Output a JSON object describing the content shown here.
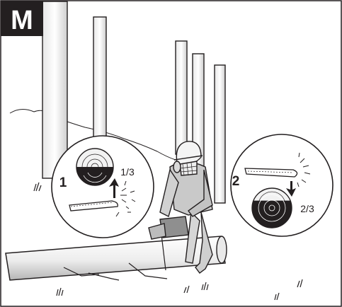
{
  "figure_letter": "M",
  "steps": [
    {
      "number": "1",
      "fraction": "1/3"
    },
    {
      "number": "2",
      "fraction": "2/3"
    }
  ],
  "colors": {
    "badge": "#231f20",
    "badge_text": "#ffffff",
    "line": "#231f20",
    "trunk_fill": "#f3f3f3",
    "shade": "#bdbdbd"
  }
}
